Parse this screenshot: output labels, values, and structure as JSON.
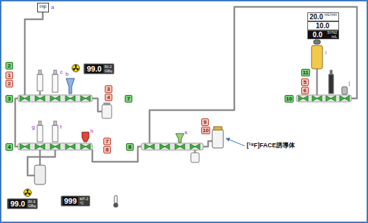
{
  "diagram": {
    "nodes": [
      {
        "text": [
          "¹⁸F"
        ]
      },
      {
        "text": [
          "20.0",
          "mL/min"
        ]
      },
      {
        "text": [
          "10.0"
        ]
      },
      {
        "text": [
          "0.0",
          "SYN2",
          "mL"
        ]
      },
      {
        "text": [
          "2"
        ]
      },
      {
        "text": [
          "1"
        ]
      },
      {
        "text": [
          "2"
        ]
      },
      {
        "text": [
          "99.0",
          "RI-2",
          "GBq"
        ]
      },
      {
        "text": [
          "11"
        ]
      },
      {
        "text": [
          "5"
        ]
      },
      {
        "text": [
          "6"
        ]
      },
      {
        "text": [
          "3"
        ]
      },
      {
        "text": [
          "4"
        ]
      },
      {
        "text": [
          "3"
        ]
      },
      {
        "text": [
          "7"
        ]
      },
      {
        "text": [
          "10"
        ]
      },
      {
        "text": [
          "7"
        ]
      },
      {
        "text": [
          "8"
        ]
      },
      {
        "text": [
          "4"
        ]
      },
      {
        "text": [
          "8"
        ]
      },
      {
        "text": [
          "9"
        ]
      },
      {
        "text": [
          "10"
        ]
      },
      {
        "text": [
          "99.0",
          "RI-3",
          "GBq"
        ]
      },
      {
        "text": [
          "999",
          "MT-2",
          "°C"
        ]
      }
    ],
    "labels": [
      "a",
      "c",
      "b",
      "i",
      "j",
      "g",
      "f",
      "h",
      "k",
      "[¹⁸F]FACE誘導体"
    ]
  }
}
